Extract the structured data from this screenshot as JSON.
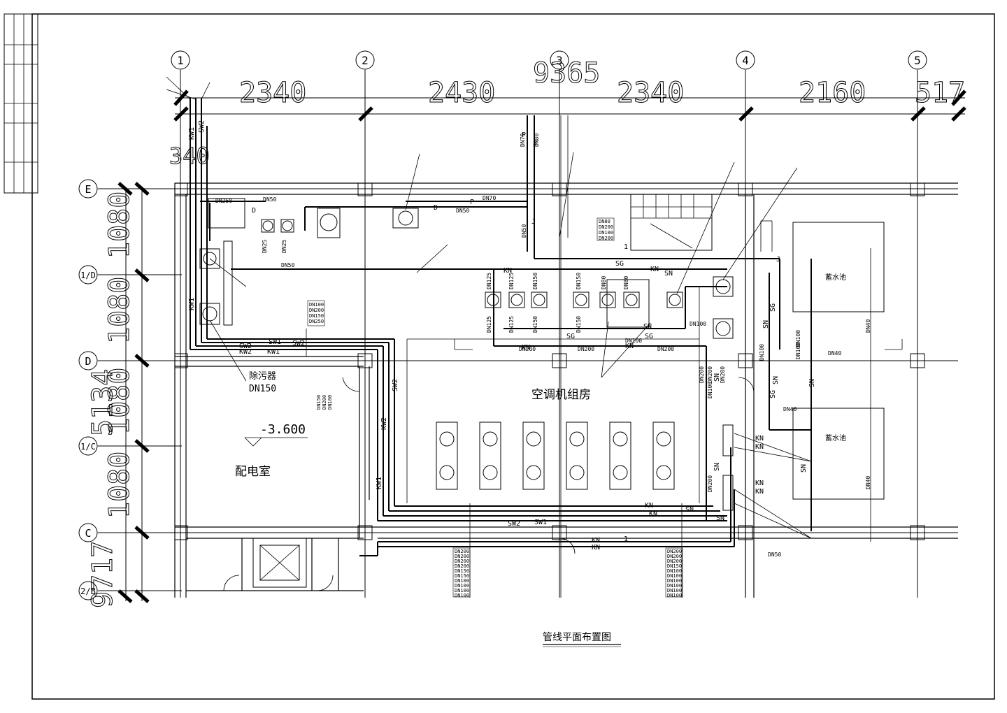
{
  "drawing_title": "管线平面布置图",
  "column_axes": [
    "1",
    "2",
    "3",
    "4",
    "5"
  ],
  "row_axes": [
    "E",
    "1/D",
    "D",
    "1/C",
    "C",
    "2/B"
  ],
  "top_dimensions": [
    "2340",
    "2430",
    "9365",
    "2340",
    "2160",
    "517"
  ],
  "left_dimensions": [
    "1080",
    "1080",
    "1080",
    "1080",
    "5134",
    "9717",
    "340"
  ],
  "rooms": {
    "ahu_room": "空调机组房",
    "power_room": "配电室",
    "elevation": "-3.600",
    "desilter": "除污器",
    "desilter_size": "DN150",
    "pool_1": "蓄水池",
    "pool_2": "蓄水池"
  },
  "pipe_codes": {
    "kw1": "KW1",
    "kw2": "KW2",
    "sw1": "SW1",
    "sw2": "SW2",
    "kn": "KN",
    "sn": "SN",
    "sg": "SG",
    "p": "P",
    "d": "D",
    "j": "J"
  },
  "pipe_sizes": {
    "dn70": "DN70",
    "dn50": "DN50",
    "dn80": "DN80",
    "dn125": "DN125",
    "dn150": "DN150",
    "dn200": "DN200",
    "dn100": "DN100",
    "dn40": "DN40",
    "dn250": "DN250",
    "dn25": "DN25"
  },
  "size_columns": {
    "mid_stack": [
      "DN100",
      "DN200",
      "DN150",
      "DN250"
    ],
    "left_stack": [
      "DN150",
      "DN200",
      "DN100"
    ],
    "bottom_left": [
      "DN200",
      "DN200",
      "DN200",
      "DN200",
      "DN150",
      "DN150",
      "DN100",
      "DN100",
      "DN100",
      "DN100"
    ],
    "bottom_right": [
      "DN200",
      "DN200",
      "DN200",
      "DN150",
      "DN100",
      "DN100",
      "DN100",
      "DN100",
      "DN100",
      "DN100"
    ],
    "upper_stack": [
      "DN80",
      "DN200",
      "DN100",
      "DN200"
    ]
  },
  "notes": {
    "stair_label": "1",
    "corridor_label": "1"
  }
}
